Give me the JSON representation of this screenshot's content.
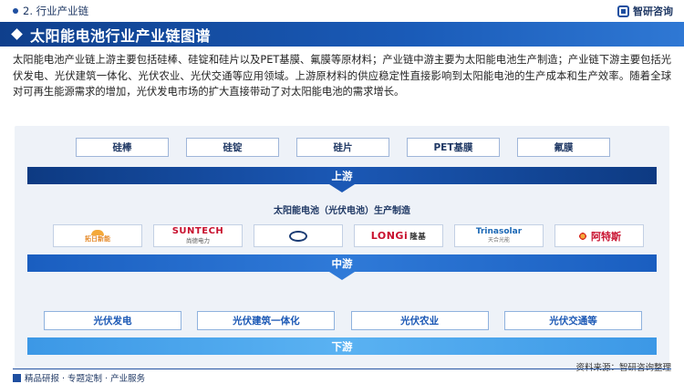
{
  "header": {
    "section": "2. 行业产业链",
    "logo_text": "智研咨询",
    "title": "太阳能电池行业产业链图谱"
  },
  "intro": "太阳能电池产业链上游主要包括硅棒、硅锭和硅片以及PET基膜、氟膜等原材料；产业链中游主要为太阳能电池生产制造；产业链下游主要包括光伏发电、光伏建筑一体化、光伏农业、光伏交通等应用领域。上游原材料的供应稳定性直接影响到太阳能电池的生产成本和生产效率。随着全球对可再生能源需求的增加，光伏发电市场的扩大直接带动了对太阳能电池的需求增长。",
  "upstream": {
    "items": [
      "硅棒",
      "硅锭",
      "硅片",
      "PET基膜",
      "氟膜"
    ],
    "band_label": "上游"
  },
  "midstream": {
    "caption": "太阳能电池（光伏电池）生产制造",
    "logos": {
      "topray": "拓日新能",
      "suntech": "SUNTECH",
      "suntech_cn": "尚德电力",
      "longi": "LONGi",
      "longi_cn": "隆基",
      "trina": "Trinasolar",
      "trina_cn": "天合光能",
      "atesi": "阿特斯"
    },
    "band_label": "中游"
  },
  "downstream": {
    "items": [
      "光伏发电",
      "光伏建筑一体化",
      "光伏农业",
      "光伏交通等"
    ],
    "band_label": "下游"
  },
  "footer": {
    "left": "精品研报 · 专题定制 · 产业服务",
    "source": "资料来源：智研咨询整理"
  },
  "colors": {
    "primary": "#1a5bb8",
    "dark": "#0f3f8c",
    "light": "#5ab2f2",
    "panel": "#eef2f8"
  }
}
